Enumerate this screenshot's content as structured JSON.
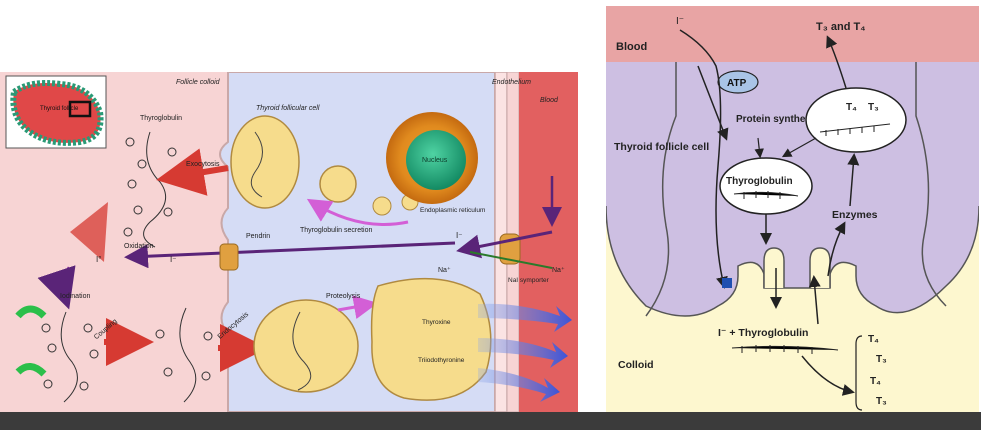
{
  "left_figure": {
    "labels": {
      "follicle_colloid": "Follicle colloid",
      "thyroid_follicle_inset": "Thyroid follicle",
      "thyroid_follicular_cell": "Thyroid follicular cell",
      "endothelium": "Endothelium",
      "blood": "Blood",
      "thyroglobulin": "Thyroglobulin",
      "exocytosis": "Exocytosis",
      "nucleus": "Nucleus",
      "endoplasmic_reticulum": "Endoplasmic reticulum",
      "thyroglobulin_secretion": "Thyroglobulin secretion",
      "oxidation": "Oxidation",
      "iodide_oxidized": "I°",
      "iodide_left": "I⁻",
      "iodide_mid": "I⁻",
      "pendrin": "Pendrin",
      "na_left": "Na⁺",
      "na_right": "Na⁺",
      "nai_symporter": "NaI symporter",
      "iodination": "Iodination",
      "coupling": "Coupling",
      "endocytosis": "Endocytosis",
      "proteolysis": "Proteolysis",
      "thyroxine": "Thyroxine",
      "triiodothyronine": "Triiodothyronine"
    }
  },
  "right_figure": {
    "labels": {
      "blood": "Blood",
      "iodide_top": "I⁻",
      "t3_t4_top": "T₃ and T₄",
      "atp": "ATP",
      "protein_synthesis": "Protein synthesis",
      "t4": "T₄",
      "t3": "T₃",
      "thyroid_follicle_cell": "Thyroid follicle cell",
      "thyroglobulin_box": "Thyroglobulin",
      "enzymes": "Enzymes",
      "colloid": "Colloid",
      "iodide_thyroglobulin": "I⁻ + Thyroglobulin",
      "t4_a": "T₄",
      "t3_a": "T₃",
      "t4_b": "T₄",
      "t3_b": "T₃"
    }
  }
}
